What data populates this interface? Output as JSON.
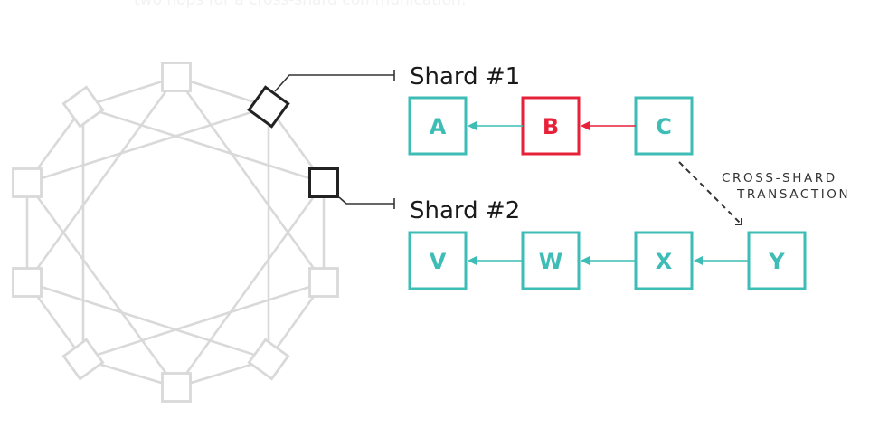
{
  "caption": "two hops for a cross-shard communication:",
  "colors": {
    "network_edge": "#d9d9d9",
    "network_node": "#d9d9d9",
    "highlight_node": "#222222",
    "block_default": "#3dbdb5",
    "block_highlight": "#e8213a",
    "text": "#1a1a1a"
  },
  "network": {
    "node_count": 10,
    "highlighted_nodes": [
      "node-top-right",
      "node-right"
    ]
  },
  "shards": [
    {
      "title": "Shard #1",
      "blocks": [
        {
          "label": "A",
          "state": "default"
        },
        {
          "label": "B",
          "state": "highlight"
        },
        {
          "label": "C",
          "state": "default"
        }
      ]
    },
    {
      "title": "Shard #2",
      "blocks": [
        {
          "label": "V",
          "state": "default"
        },
        {
          "label": "W",
          "state": "default"
        },
        {
          "label": "X",
          "state": "default"
        },
        {
          "label": "Y",
          "state": "default"
        }
      ]
    }
  ],
  "cross_shard": {
    "line1": "CROSS-SHARD",
    "line2": "TRANSACTION",
    "from": "C",
    "to": "Y"
  }
}
